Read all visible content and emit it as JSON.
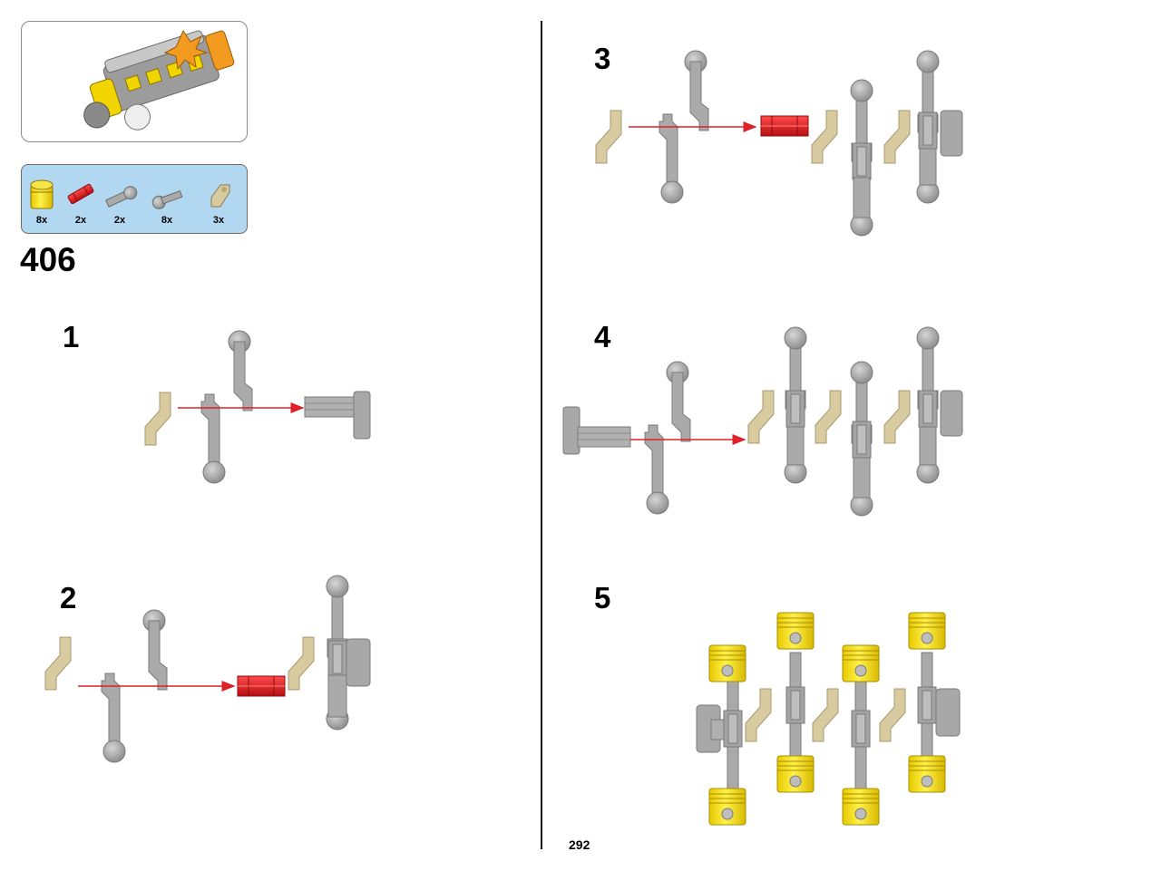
{
  "page": {
    "build_step": "406",
    "page_number": "292"
  },
  "parts_list": [
    {
      "icon": "yellow-piston-icon",
      "qty": "8x"
    },
    {
      "icon": "red-axle-connector-icon",
      "qty": "2x"
    },
    {
      "icon": "gray-crank-arm-icon",
      "qty": "2x"
    },
    {
      "icon": "gray-connecting-rod-icon",
      "qty": "8x"
    },
    {
      "icon": "tan-crank-web-icon",
      "qty": "3x"
    }
  ],
  "substeps": [
    {
      "number": "1"
    },
    {
      "number": "2"
    },
    {
      "number": "3"
    },
    {
      "number": "4"
    },
    {
      "number": "5"
    }
  ],
  "colors": {
    "gray": "#aaaaaa",
    "gray_dark": "#8c8c8c",
    "tan": "#d8cba0",
    "red": "#e01e22",
    "yellow": "#f4dc10",
    "arrow": "#e02028",
    "callout_bg": "#b2d7f0"
  }
}
